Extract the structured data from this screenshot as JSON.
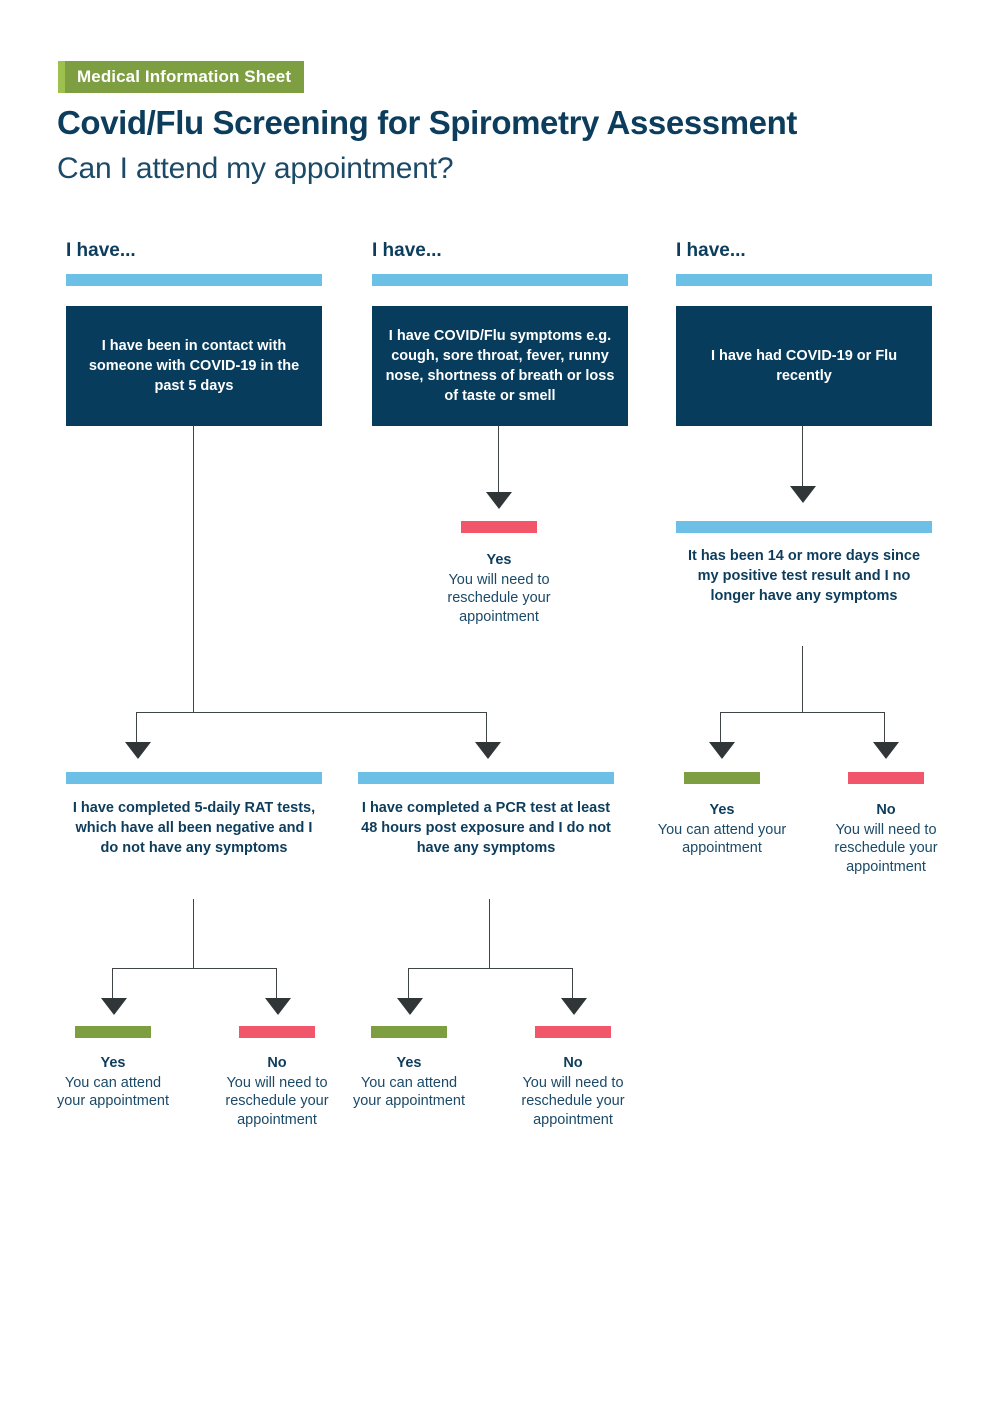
{
  "header": {
    "badge": "Medical Information Sheet",
    "title": "Covid/Flu Screening for Spirometry Assessment",
    "subtitle": "Can I attend my appointment?"
  },
  "colors": {
    "navy": "#073c5c",
    "title_navy": "#0d3d5c",
    "light_blue": "#6cc0e5",
    "green": "#7d9e41",
    "badge_green": "#7d9e41",
    "badge_accent_green": "#9ec04f",
    "red": "#f1566a",
    "connector": "#3f4447",
    "white": "#ffffff"
  },
  "columns": [
    {
      "heading": "I have..."
    },
    {
      "heading": "I have..."
    },
    {
      "heading": "I have..."
    }
  ],
  "nodes": {
    "contact_case": "I have been in contact with someone with COVID-19 in the past 5 days",
    "symptoms_case": "I have COVID/Flu symptoms e.g. cough, sore throat, fever, runny nose, shortness of breath or loss of taste or smell",
    "recent_case": "I have had COVID-19 or Flu recently",
    "fourteen_days": "It has been 14 or more days since my positive test result and I no longer have any symptoms",
    "rat_tests": "I have completed 5-daily RAT tests, which have all been negative and I do not have any symptoms",
    "pcr_test": "I have completed a PCR test at least 48 hours post exposure and I do not have any symptoms"
  },
  "outcomes": {
    "symptoms_yes": {
      "label": "Yes",
      "description": "You will need to reschedule your appointment",
      "bar": "red"
    },
    "recent_yes": {
      "label": "Yes",
      "description": "You can attend your appointment",
      "bar": "green"
    },
    "recent_no": {
      "label": "No",
      "description": "You will need to reschedule your appointment",
      "bar": "red"
    },
    "rat_yes": {
      "label": "Yes",
      "description": "You can attend your appointment",
      "bar": "green"
    },
    "rat_no": {
      "label": "No",
      "description": "You will need to reschedule your appointment",
      "bar": "red"
    },
    "pcr_yes": {
      "label": "Yes",
      "description": "You can attend your appointment",
      "bar": "green"
    },
    "pcr_no": {
      "label": "No",
      "description": "You will need to reschedule your appointment",
      "bar": "red"
    }
  }
}
